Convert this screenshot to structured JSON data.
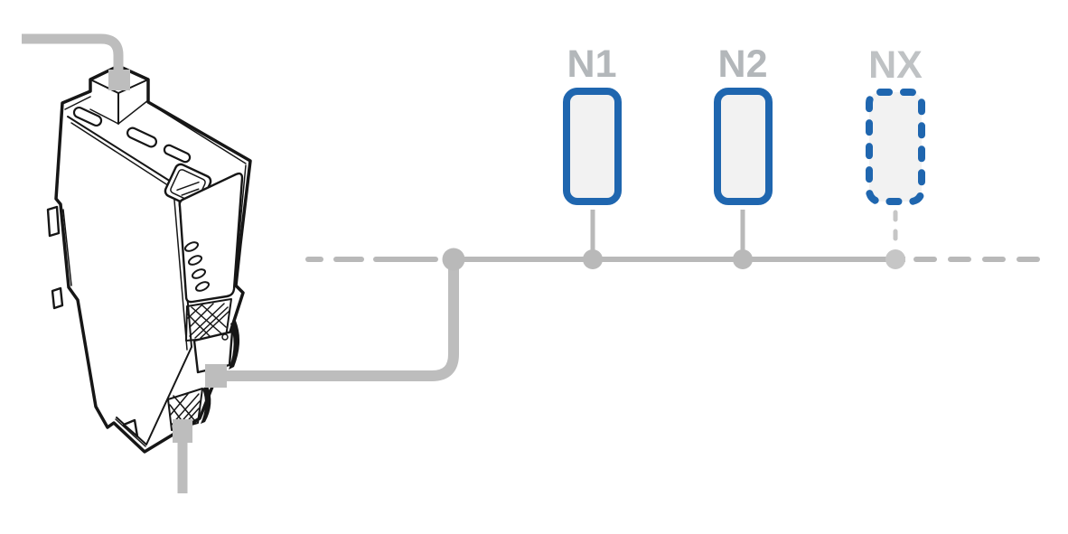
{
  "diagram": {
    "device": {
      "name": "din-rail-gateway-module"
    },
    "nodes": [
      {
        "id": "n1",
        "label": "N1",
        "outline": "solid"
      },
      {
        "id": "n2",
        "label": "N2",
        "outline": "solid"
      },
      {
        "id": "nx",
        "label": "NX",
        "outline": "dashed"
      }
    ]
  },
  "colors": {
    "accent-blue": "#1f66af",
    "node-fill": "#f2f2f2",
    "wire-gray": "#bdbdbd",
    "bus-gray": "#b9b9b9",
    "bus-gray-light": "#c6c6c6",
    "label-gray": "#b3b7ba",
    "label-gray-light": "#bfc2c4",
    "ink": "#161616"
  }
}
